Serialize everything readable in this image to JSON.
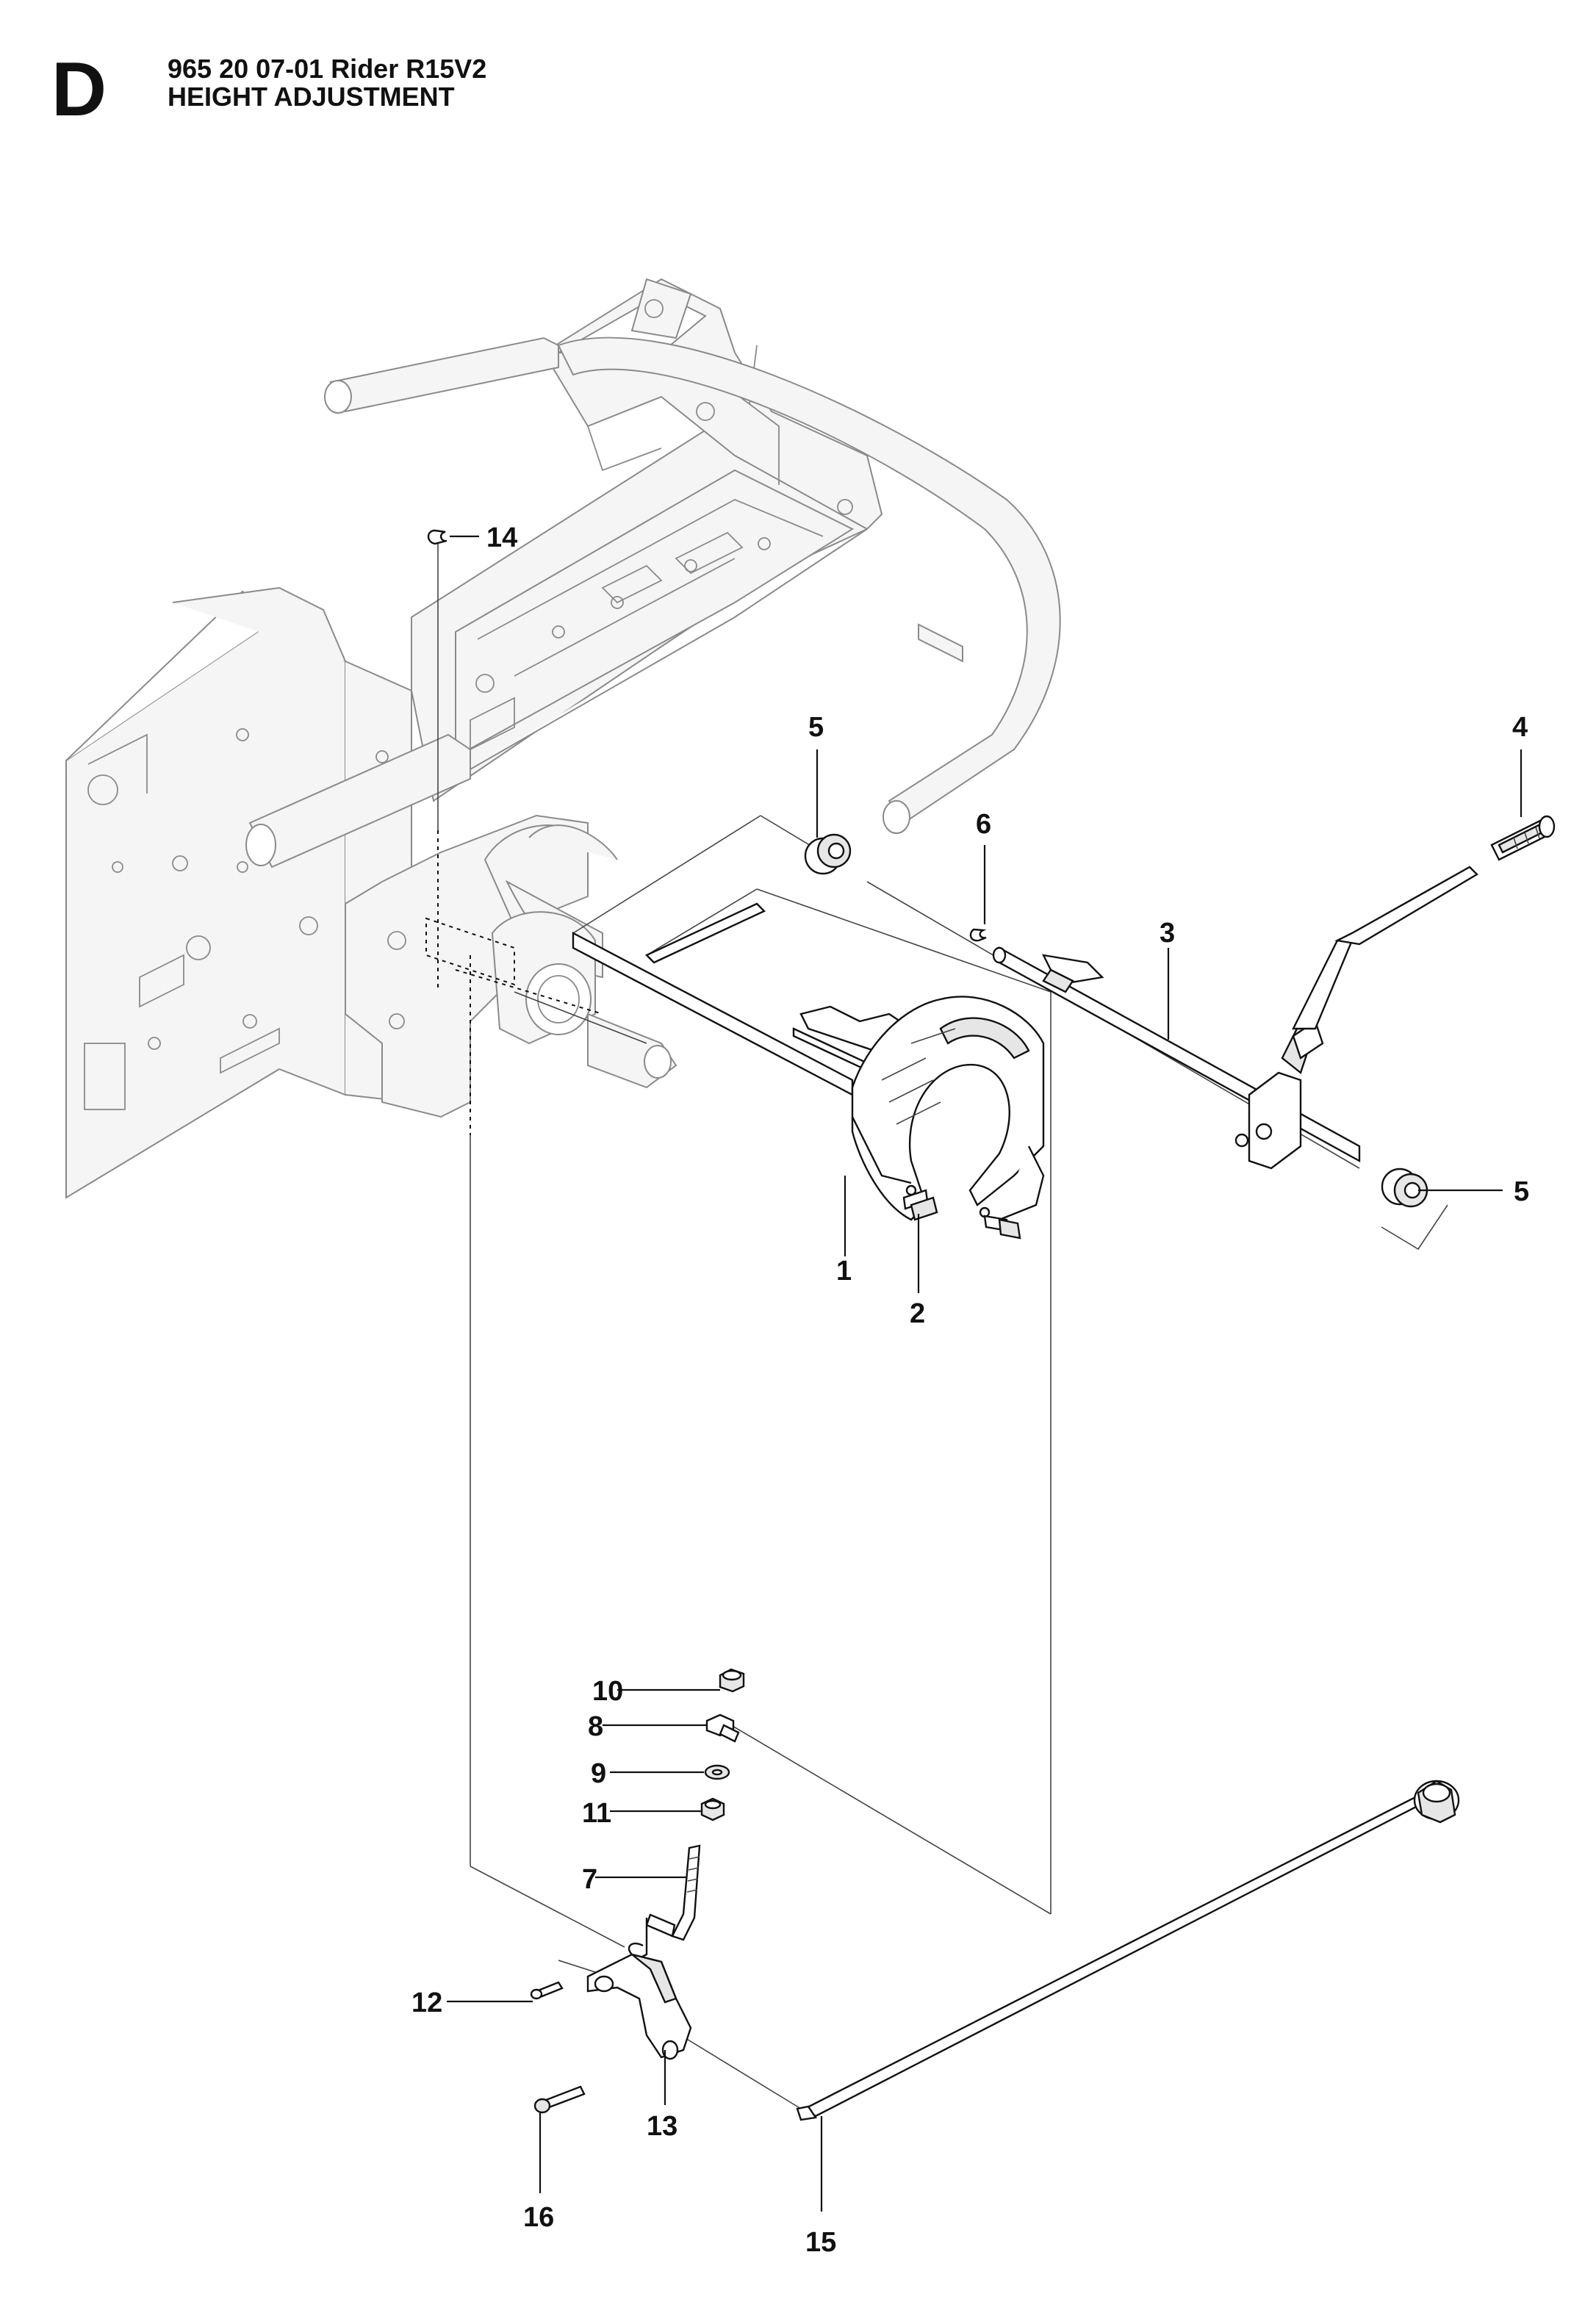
{
  "header": {
    "section_letter": "D",
    "part_number_line": "965 20 07-01 Rider R15V2",
    "title": "HEIGHT ADJUSTMENT"
  },
  "callouts": [
    {
      "id": "c1",
      "label": "1"
    },
    {
      "id": "c2",
      "label": "2"
    },
    {
      "id": "c3",
      "label": "3"
    },
    {
      "id": "c4",
      "label": "4"
    },
    {
      "id": "c5a",
      "label": "5"
    },
    {
      "id": "c5b",
      "label": "5"
    },
    {
      "id": "c6",
      "label": "6"
    },
    {
      "id": "c7",
      "label": "7"
    },
    {
      "id": "c8",
      "label": "8"
    },
    {
      "id": "c9",
      "label": "9"
    },
    {
      "id": "c10",
      "label": "10"
    },
    {
      "id": "c11",
      "label": "11"
    },
    {
      "id": "c12",
      "label": "12"
    },
    {
      "id": "c13",
      "label": "13"
    },
    {
      "id": "c14",
      "label": "14"
    },
    {
      "id": "c15",
      "label": "15"
    },
    {
      "id": "c16",
      "label": "16"
    }
  ]
}
